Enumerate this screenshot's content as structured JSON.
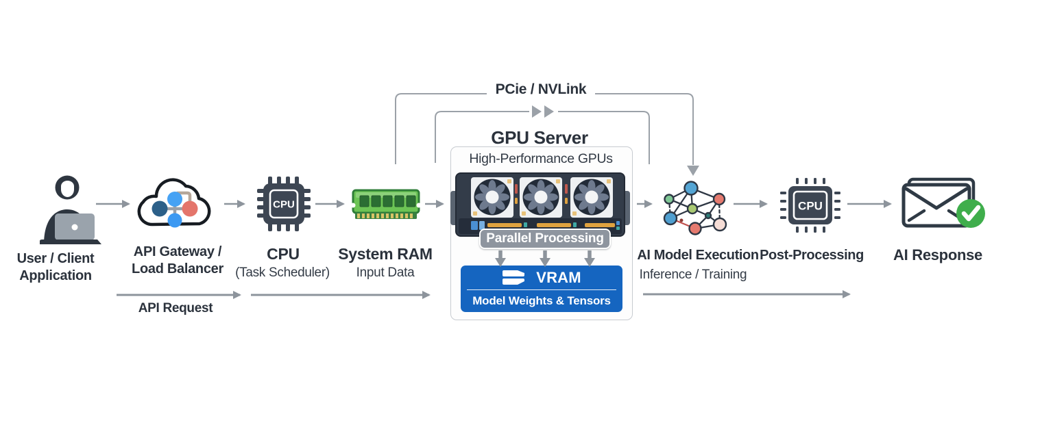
{
  "labels": {
    "pcie": "PCie / NVLink",
    "user_line1": "User / Client",
    "user_line2": "Application",
    "gateway_line1": "API Gateway /",
    "gateway_line2": "Load Balancer",
    "api_request": "API Request",
    "cpu_title": "CPU",
    "cpu_subtitle": "(Task Scheduler)",
    "cpu_chip_text": "CPU",
    "ram_title": "System RAM",
    "ram_subtitle": "Input Data",
    "gpu_server_title": "GPU Server",
    "gpu_server_subtitle": "High-Performance GPUs",
    "parallel_badge": "Parallel Processing",
    "vram_title": "VRAM",
    "vram_subtitle": "Model Weights & Tensors",
    "ai_title": "AI Model Execution",
    "ai_subtitle": "Inference / Training",
    "post_title": "Post-Processing",
    "post_chip_text": "CPU",
    "response_title": "AI Response"
  },
  "icons": {
    "user": "person-with-laptop",
    "gateway": "cloud-network",
    "cpu": "chip",
    "ram": "memory-stick",
    "gpu": "triple-fan-gpu-module",
    "vram": "stacked-memory",
    "ai": "neural-network",
    "post": "chip",
    "response": "envelope-with-check"
  },
  "colors": {
    "text": "#2b323c",
    "arrow_gray": "#8d949c",
    "bracket_gray": "#9ba1a8",
    "vram_blue": "#1565c0",
    "badge_gray": "#8e959f",
    "check_green": "#3fae4c",
    "ram_green": "#6cc455",
    "node_blue": "#46a2f4",
    "node_dark_blue": "#2c6089",
    "node_red": "#e4756b",
    "gpu_body": "#333c49",
    "fan_blade": "#6e7a8e",
    "accent_orange": "#dfa23f"
  }
}
